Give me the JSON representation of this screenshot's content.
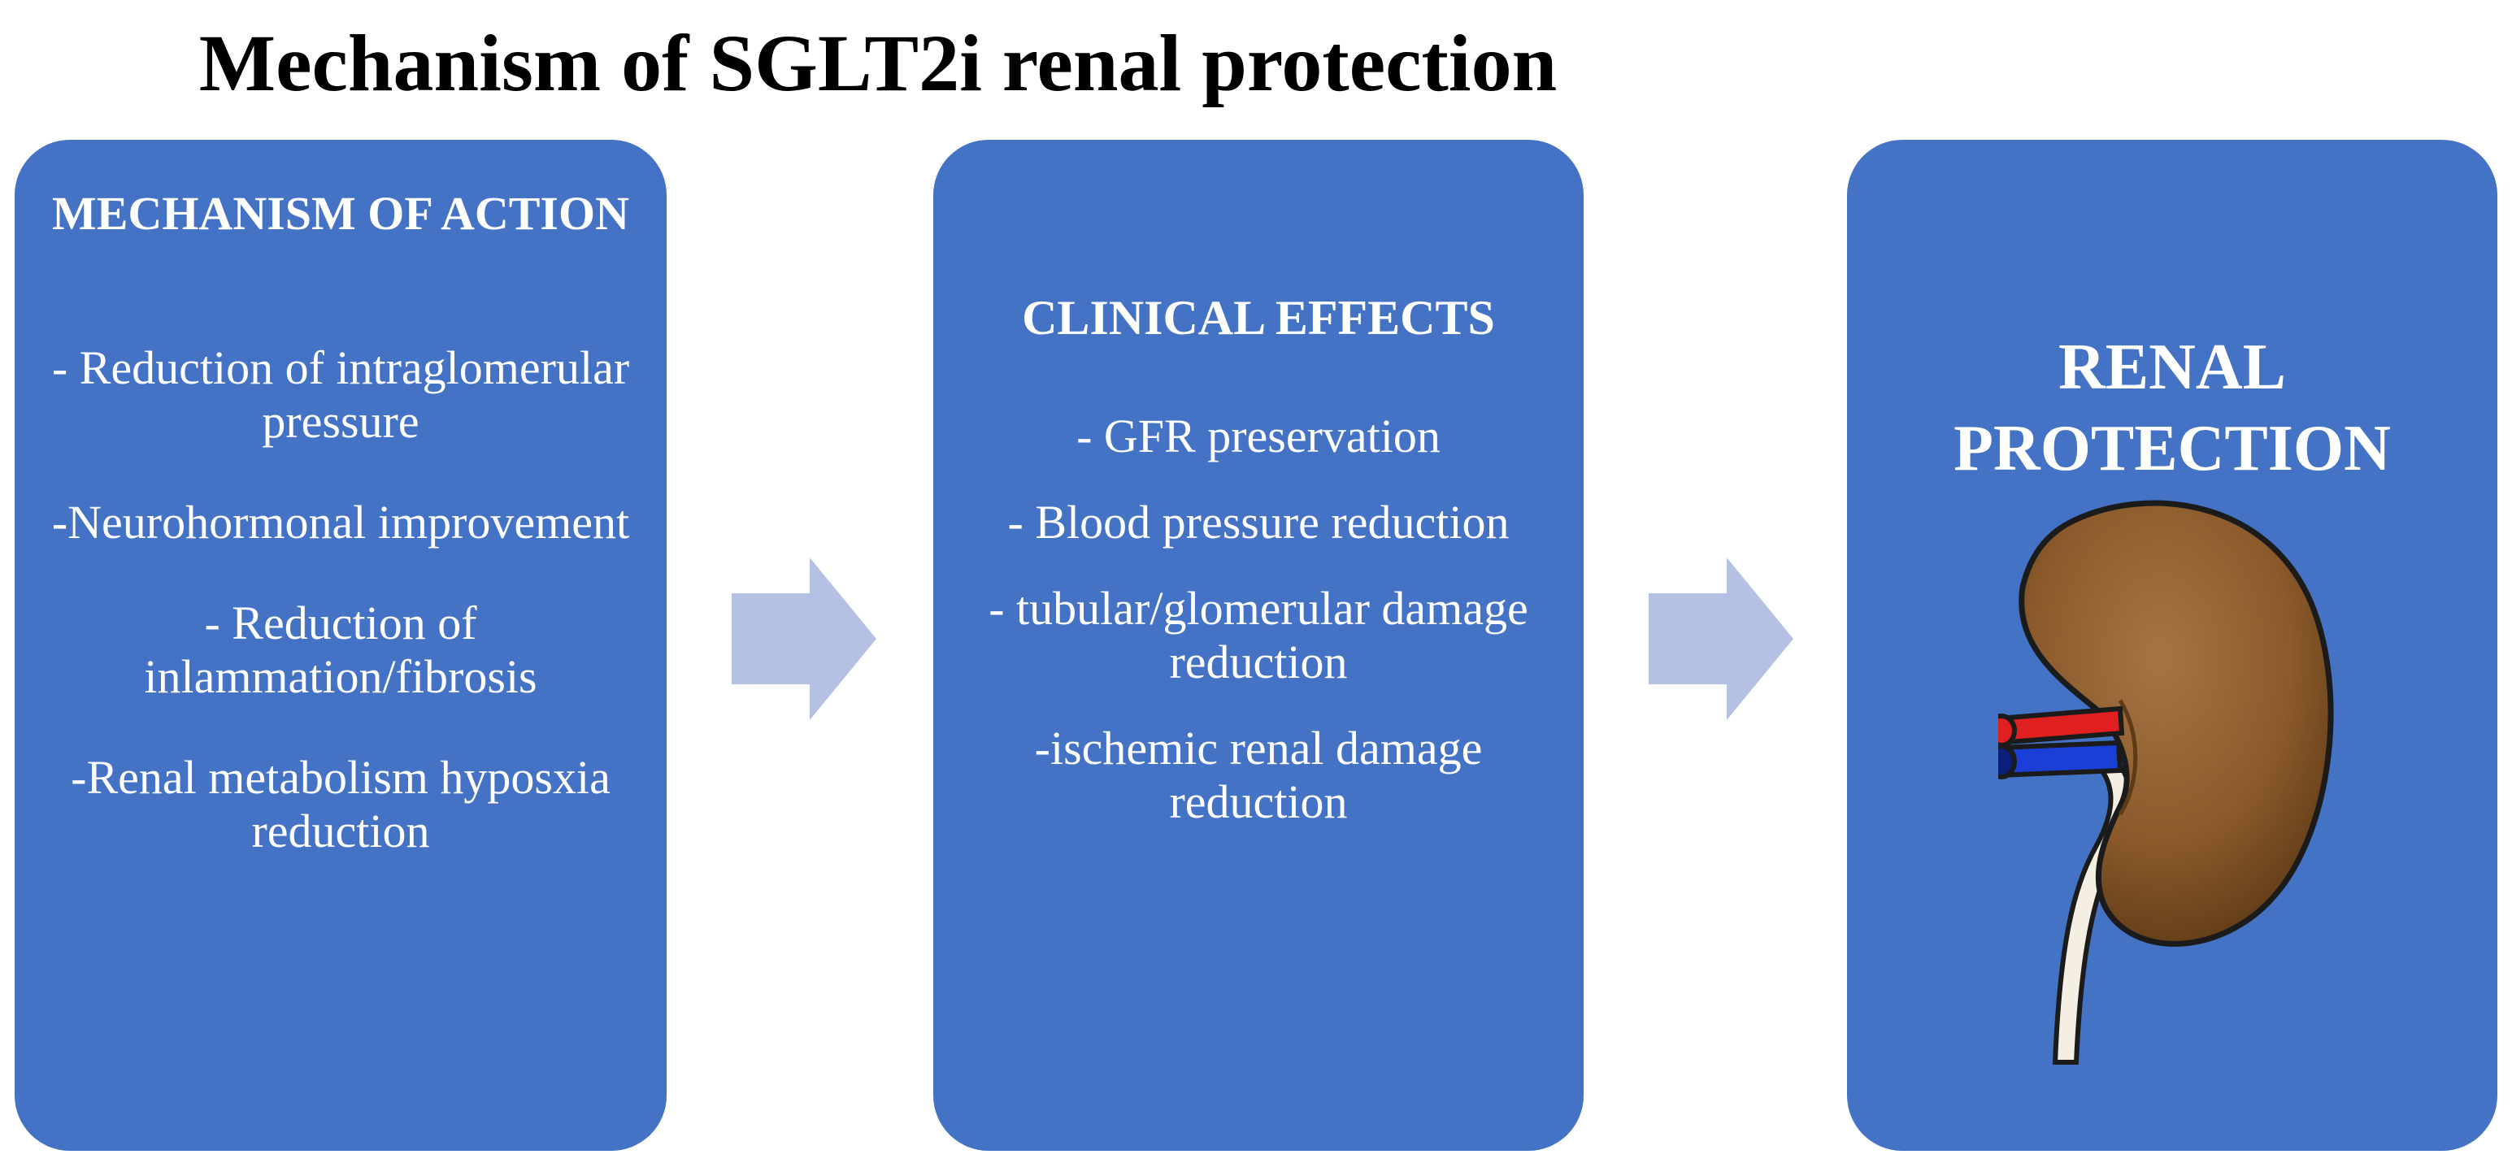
{
  "title": "Mechanism of SGLT2i renal protection",
  "panels": [
    {
      "heading": "MECHANISM OF ACTION",
      "items": [
        "- Reduction of intraglomerular pressure",
        "-Neurohormonal improvement",
        "- Reduction of inlammation/fibrosis",
        "-Renal metabolism hyposxia  reduction"
      ]
    },
    {
      "heading": "CLINICAL EFFECTS",
      "items": [
        "- GFR preservation",
        "- Blood pressure reduction",
        "- tubular/glomerular damage reduction",
        "-ischemic renal damage reduction"
      ]
    },
    {
      "heading": "RENAL PROTECTION",
      "icon": "kidney-icon"
    }
  ],
  "colors": {
    "panel_fill": "#4472c4",
    "arrow_fill": "#b4c1e3",
    "kidney": "#8b5a2b",
    "artery": "#e02020",
    "vein": "#1a3fd6",
    "ureter": "#f4efe2"
  },
  "connectors": [
    "arrow-right-icon",
    "arrow-right-icon"
  ]
}
